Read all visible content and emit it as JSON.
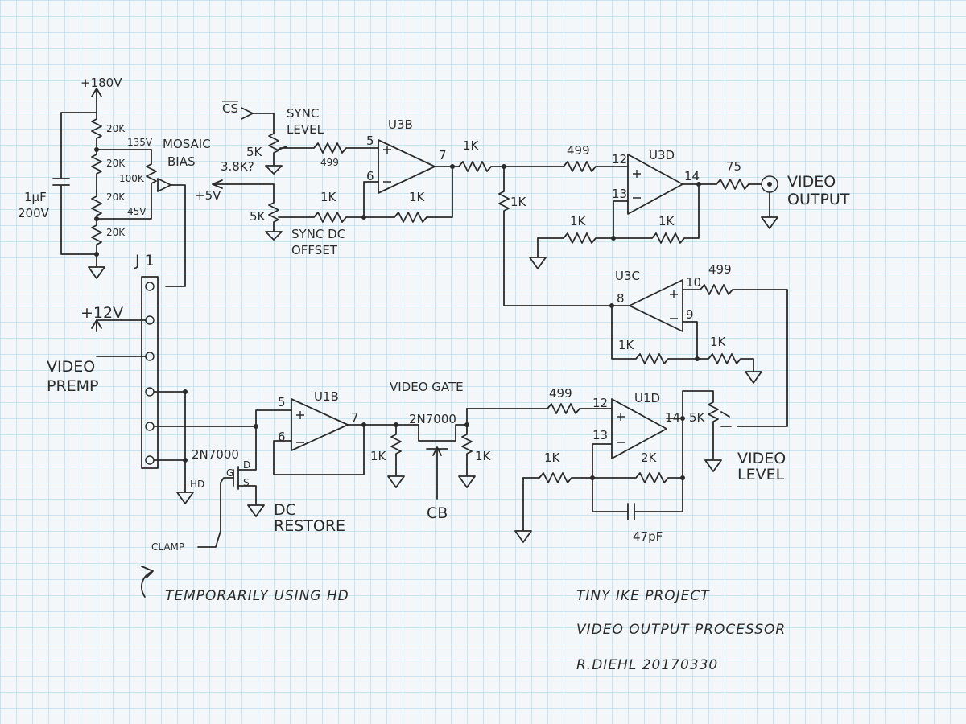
{
  "colors": {
    "paper": "#f4f7f9",
    "grid": "#9fd2ea",
    "ink": "#2a2a2a"
  },
  "labels": {
    "plus180": "+180V",
    "r20k": "20K",
    "v135": "135V",
    "v45": "45V",
    "r100k": "100K",
    "mosaic": "MOSAIC",
    "bias": "BIAS",
    "cap1uf": "1µF",
    "cap200v": "200V",
    "j1": "J 1",
    "plus12": "+12V",
    "video": "VIDEO",
    "premp": "PREMP",
    "cs": "CS",
    "sync": "SYNC",
    "level": "LEVEL",
    "r5k": "5K",
    "r38k": "3.8K?",
    "plus5": "+5V",
    "r499": "499",
    "r1k": "1K",
    "syncdc": "SYNC DC",
    "offset": "OFFSET",
    "u3b": "U3B",
    "u3c": "U3C",
    "u3d": "U3D",
    "u1b": "U1B",
    "u1d": "U1D",
    "r75": "75",
    "videoout1": "VIDEO",
    "videoout2": "OUTPUT",
    "pin5": "5",
    "pin6": "6",
    "pin7": "7",
    "pin8": "8",
    "pin9": "9",
    "pin10": "10",
    "pin12": "12",
    "pin13": "13",
    "pin14": "14",
    "videogate": "VIDEO GATE",
    "fet": "2N7000",
    "cb": "CB",
    "hd": "HD",
    "pinG": "G",
    "pinD": "D",
    "pinS": "S",
    "dc": "DC",
    "restore": "RESTORE",
    "clamp": "CLAMP",
    "temp": "TEMPORARILY USING HD",
    "r2k": "2K",
    "c47": "47pF",
    "videolevel1": "VIDEO",
    "videolevel2": "LEVEL"
  },
  "title_block": {
    "line1": "TINY IKE PROJECT",
    "line2": "VIDEO OUTPUT PROCESSOR",
    "line3": "R.DIEHL 20170330"
  }
}
